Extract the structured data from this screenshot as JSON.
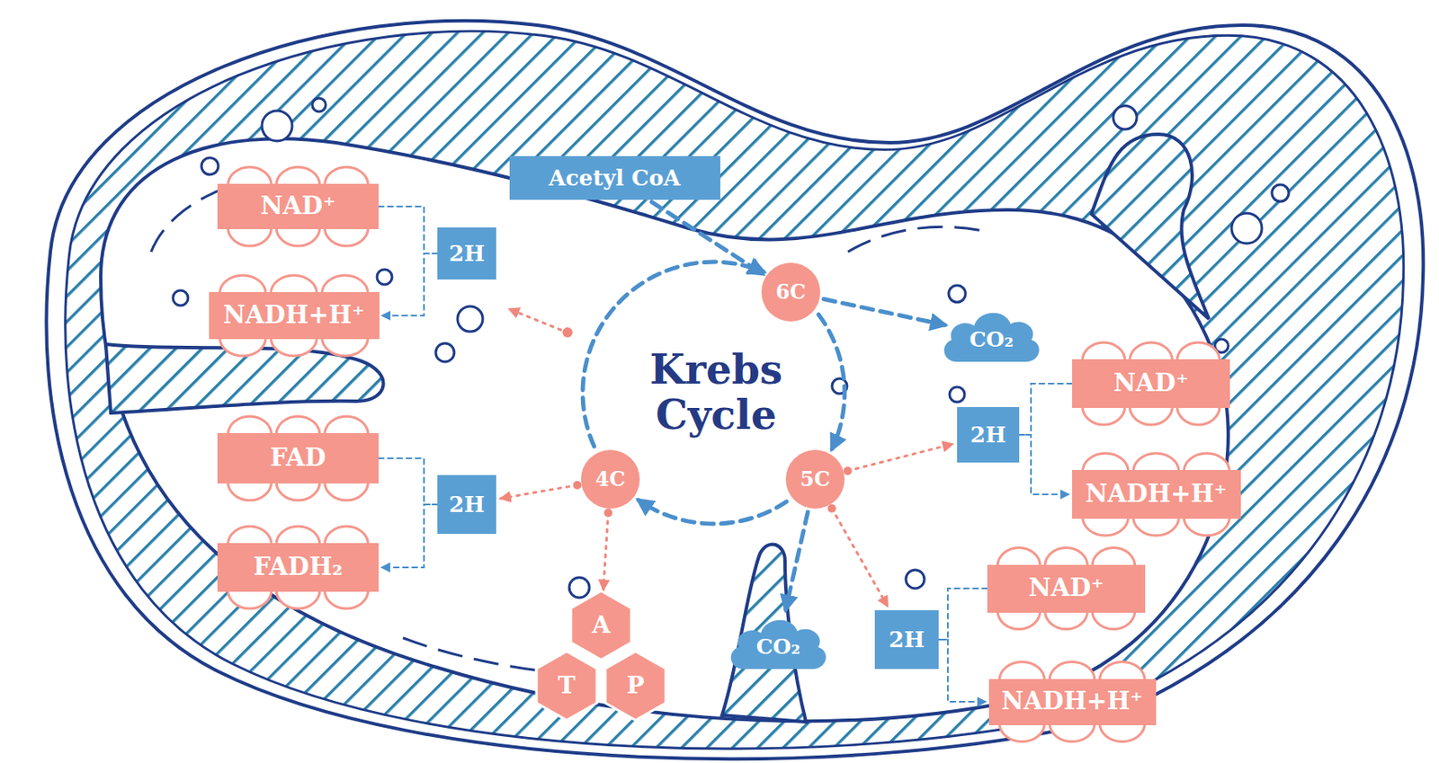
{
  "diagram": {
    "title": "Krebs Cycle",
    "nodes": [
      {
        "text": [
          "Acetyl CoA"
        ]
      },
      {
        "text": [
          "NAD⁺"
        ]
      },
      {
        "text": [
          "2H"
        ]
      },
      {
        "text": [
          "6C"
        ]
      },
      {
        "text": [
          "NADH+H⁺"
        ]
      },
      {
        "text": [
          "CO₂"
        ]
      },
      {
        "text": [
          "NAD⁺"
        ]
      },
      {
        "text": [
          "2H"
        ]
      },
      {
        "text": [
          "NADH+H⁺"
        ]
      },
      {
        "text": [
          "FAD"
        ]
      },
      {
        "text": [
          "4C"
        ]
      },
      {
        "text": [
          "5C"
        ]
      },
      {
        "text": [
          "2H"
        ]
      },
      {
        "text": [
          "FADH₂"
        ]
      },
      {
        "text": [
          "NAD⁺"
        ]
      },
      {
        "text": [
          "A"
        ]
      },
      {
        "text": [
          "2H"
        ]
      },
      {
        "text": [
          "CO₂"
        ]
      },
      {
        "text": [
          "T"
        ]
      },
      {
        "text": [
          "P"
        ]
      },
      {
        "text": [
          "NADH+H⁺"
        ]
      }
    ],
    "edges": [
      {
        "from": 0,
        "to": 3,
        "arrow": "to"
      },
      {
        "from": 3,
        "to": 11,
        "arrow": "to"
      },
      {
        "from": 3,
        "to": 5,
        "arrow": "to"
      },
      {
        "from": 11,
        "to": 10,
        "arrow": "to"
      },
      {
        "from": 10,
        "to": 3,
        "arrow": "to"
      },
      {
        "from": 11,
        "to": 7,
        "arrow": "to"
      },
      {
        "from": 11,
        "to": 16,
        "arrow": "to"
      },
      {
        "from": 11,
        "to": 17,
        "arrow": "to"
      },
      {
        "from": 10,
        "to": 12,
        "arrow": "to"
      },
      {
        "from": 10,
        "to": 15,
        "arrow": "to"
      },
      {
        "from": 1,
        "to": 2,
        "arrow": "none"
      },
      {
        "from": 2,
        "to": 4,
        "arrow": "to"
      },
      {
        "from": 9,
        "to": 12,
        "arrow": "none"
      },
      {
        "from": 12,
        "to": 13,
        "arrow": "to"
      },
      {
        "from": 6,
        "to": 7,
        "arrow": "none"
      },
      {
        "from": 7,
        "to": 8,
        "arrow": "to"
      },
      {
        "from": 14,
        "to": 16,
        "arrow": "none"
      },
      {
        "from": 16,
        "to": 20,
        "arrow": "to"
      }
    ]
  }
}
